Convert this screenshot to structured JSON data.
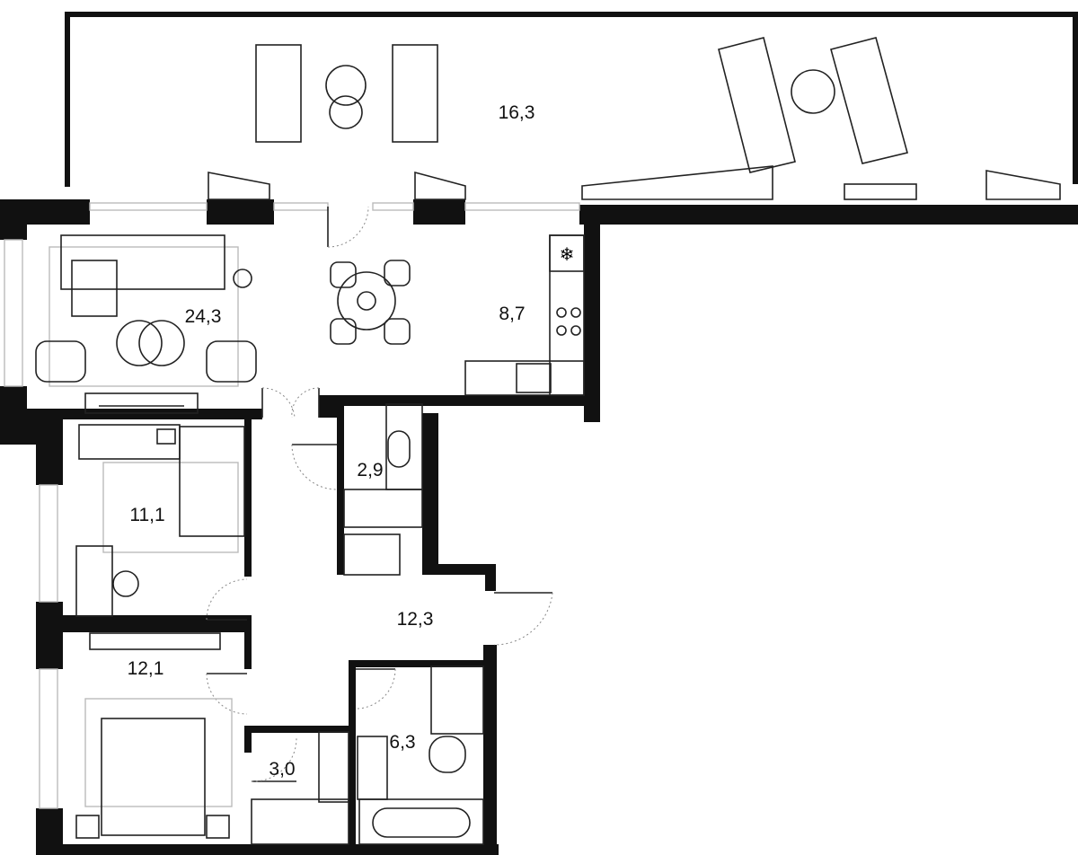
{
  "rooms": [
    {
      "id": "balcony",
      "area": "16,3"
    },
    {
      "id": "living-room",
      "area": "24,3"
    },
    {
      "id": "kitchen",
      "area": "8,7"
    },
    {
      "id": "bathroom-small",
      "area": "2,9"
    },
    {
      "id": "bedroom-1",
      "area": "11,1"
    },
    {
      "id": "hallway",
      "area": "12,3"
    },
    {
      "id": "bedroom-2",
      "area": "12,1"
    },
    {
      "id": "bathroom-large",
      "area": "6,3"
    },
    {
      "id": "wardrobe",
      "area": "3,0"
    }
  ],
  "colors": {
    "wall": "#111111",
    "furniture": "#222222",
    "rug": "#bbbbbb"
  }
}
